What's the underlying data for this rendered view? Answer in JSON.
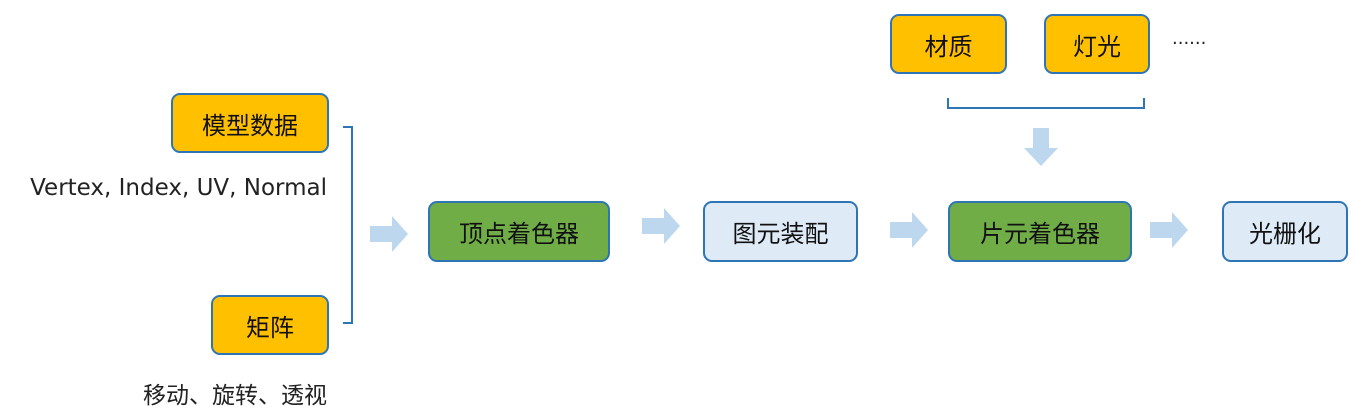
{
  "inputs": {
    "model_data": "模型数据",
    "model_desc": "Vertex, Index, UV, Normal",
    "matrix": "矩阵",
    "matrix_desc": "移动、旋转、透视"
  },
  "pipeline": [
    "顶点着色器",
    "图元装配",
    "片元着色器",
    "光栅化"
  ],
  "fragment_inputs": {
    "material": "材质",
    "light": "灯光",
    "more": "......"
  },
  "colors": {
    "input": "#FFC000",
    "shader": "#70AD47",
    "fixed": "#DEEBF7",
    "border": "#2E75B6",
    "arrow": "#BDD7EE"
  }
}
